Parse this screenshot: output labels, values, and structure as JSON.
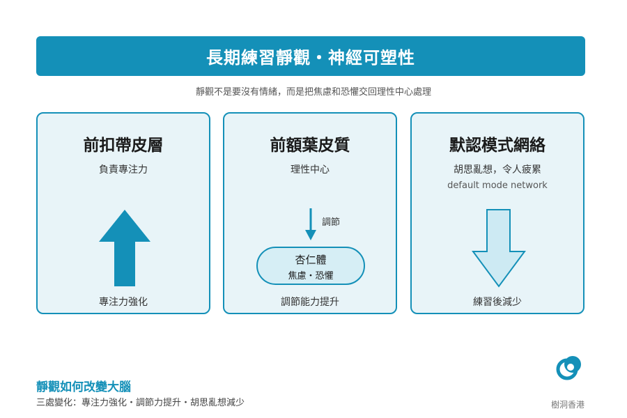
{
  "header": {
    "title": "長期練習靜觀・神經可塑性"
  },
  "subtitle": "靜觀不是要沒有情緒，而是把焦慮和恐懼交回理性中心處理",
  "cards": [
    {
      "title": "前扣帶皮層",
      "desc": "負責專注力",
      "footer": "專注力強化"
    },
    {
      "title": "前額葉皮質",
      "desc": "理性中心",
      "arrow_label": "調節",
      "pill": {
        "title": "杏仁體",
        "sub": "焦慮・恐懼"
      },
      "footer": "調節能力提升"
    },
    {
      "title": "默認模式網絡",
      "desc": "胡思亂想，令人疲累",
      "note": "default mode network",
      "footer": "練習後減少"
    }
  ],
  "footer": {
    "title": "靜觀如何改變大腦",
    "desc": "三處變化：專注力強化・調節力提升・胡思亂想減少"
  },
  "brand": {
    "name": "樹洞香港"
  },
  "colors": {
    "accent": "#1490b8",
    "card_bg": "#e8f4f8",
    "pill_bg": "#d6eef5",
    "arrow_down_fill": "#cdeaf3"
  },
  "icons": {
    "card1": "arrow-up-icon",
    "card2": "arrow-down-icon",
    "card3": "arrow-down-outline-icon",
    "logo": "treehole-logo-icon"
  }
}
